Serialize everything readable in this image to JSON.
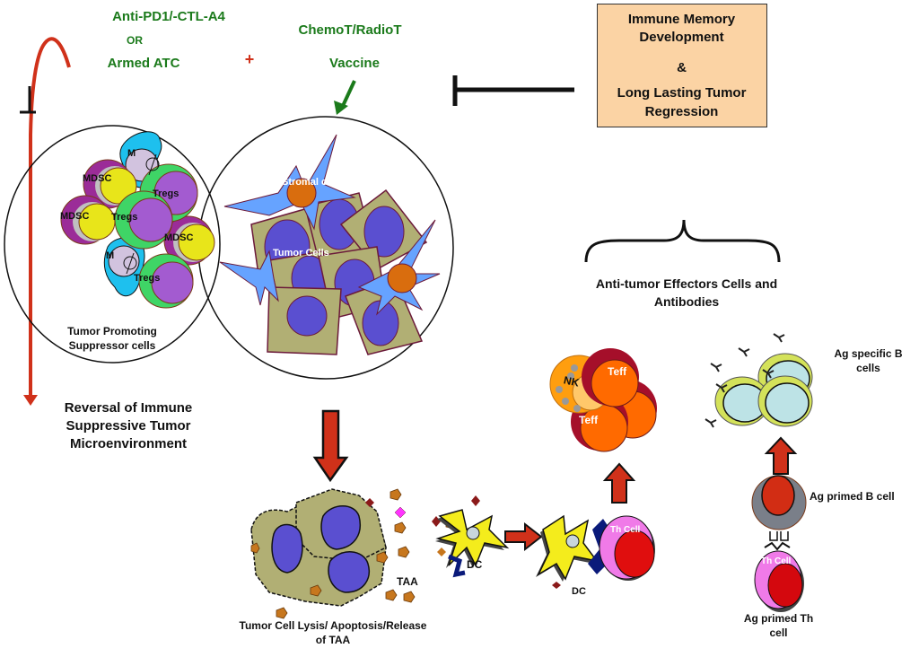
{
  "therapy": {
    "checkpoint": "Anti-PD1/-CTL-A4",
    "or": "OR",
    "armed": "Armed ATC",
    "plus": "+",
    "chemo": "ChemoT/RadioT",
    "vaccine": "Vaccine"
  },
  "memory_box": {
    "line1": "Immune Memory",
    "line2": "Development",
    "amp": "&",
    "line3": "Long Lasting Tumor",
    "line4": "Regression"
  },
  "suppressor_circle": {
    "cells": [
      {
        "type": "MDSC",
        "label": "MDSC"
      },
      {
        "type": "MDSC",
        "label": "MDSC"
      },
      {
        "type": "MDSC",
        "label": "MDSC"
      },
      {
        "type": "Tregs",
        "label": "Tregs"
      },
      {
        "type": "Tregs",
        "label": "Tregs"
      },
      {
        "type": "Tregs",
        "label": "Tregs"
      },
      {
        "type": "Macrophage",
        "label": "M"
      },
      {
        "type": "Macrophage",
        "label": "M"
      }
    ],
    "caption_line1": "Tumor Promoting",
    "caption_line2": "Suppressor cells"
  },
  "tumor_circle": {
    "stromal_label": "Stromal cells",
    "tumor_label": "Tumor Cells"
  },
  "reversal": {
    "line1": "Reversal of Immune",
    "line2": "Suppressive Tumor",
    "line3": "Microenvironment"
  },
  "effectors": {
    "line1": "Anti-tumor Effectors Cells and",
    "line2": "Antibodies"
  },
  "effector_cells": {
    "nk": "NK",
    "teff": "Teff"
  },
  "b_cells": {
    "line1": "Ag specific  B",
    "line2": "cells",
    "primed_b": "Ag primed  B cell",
    "th_cell": "Th Cell",
    "primed_th_line1": "Ag primed  Th",
    "primed_th_line2": "cell"
  },
  "lysis": {
    "taa": "TAA",
    "dc": "DC",
    "dc2": "DC",
    "th_cell": "Th Cell",
    "caption_line1": "Tumor Cell  Lysis/ Apoptosis/Release",
    "caption_line2": "of TAA"
  },
  "colors": {
    "therapy_green": "#1b7a1b",
    "arrow_red": "#d0311a",
    "box_fill": "#fbd3a4",
    "tumor_cell": "#b1af74",
    "nucleus": "#5a4fd0",
    "stromal": "#66a3ff",
    "mdsc_outer": "#9b2c98",
    "mdsc_inner": "#e8e51a",
    "treg_outer": "#3fd566",
    "treg_inner": "#a35bd0",
    "teff_outer": "#a50f2a",
    "teff_inner": "#ff6a00",
    "bcell_ring": "#d4e25a",
    "bcell_inner": "#bde3e6"
  }
}
